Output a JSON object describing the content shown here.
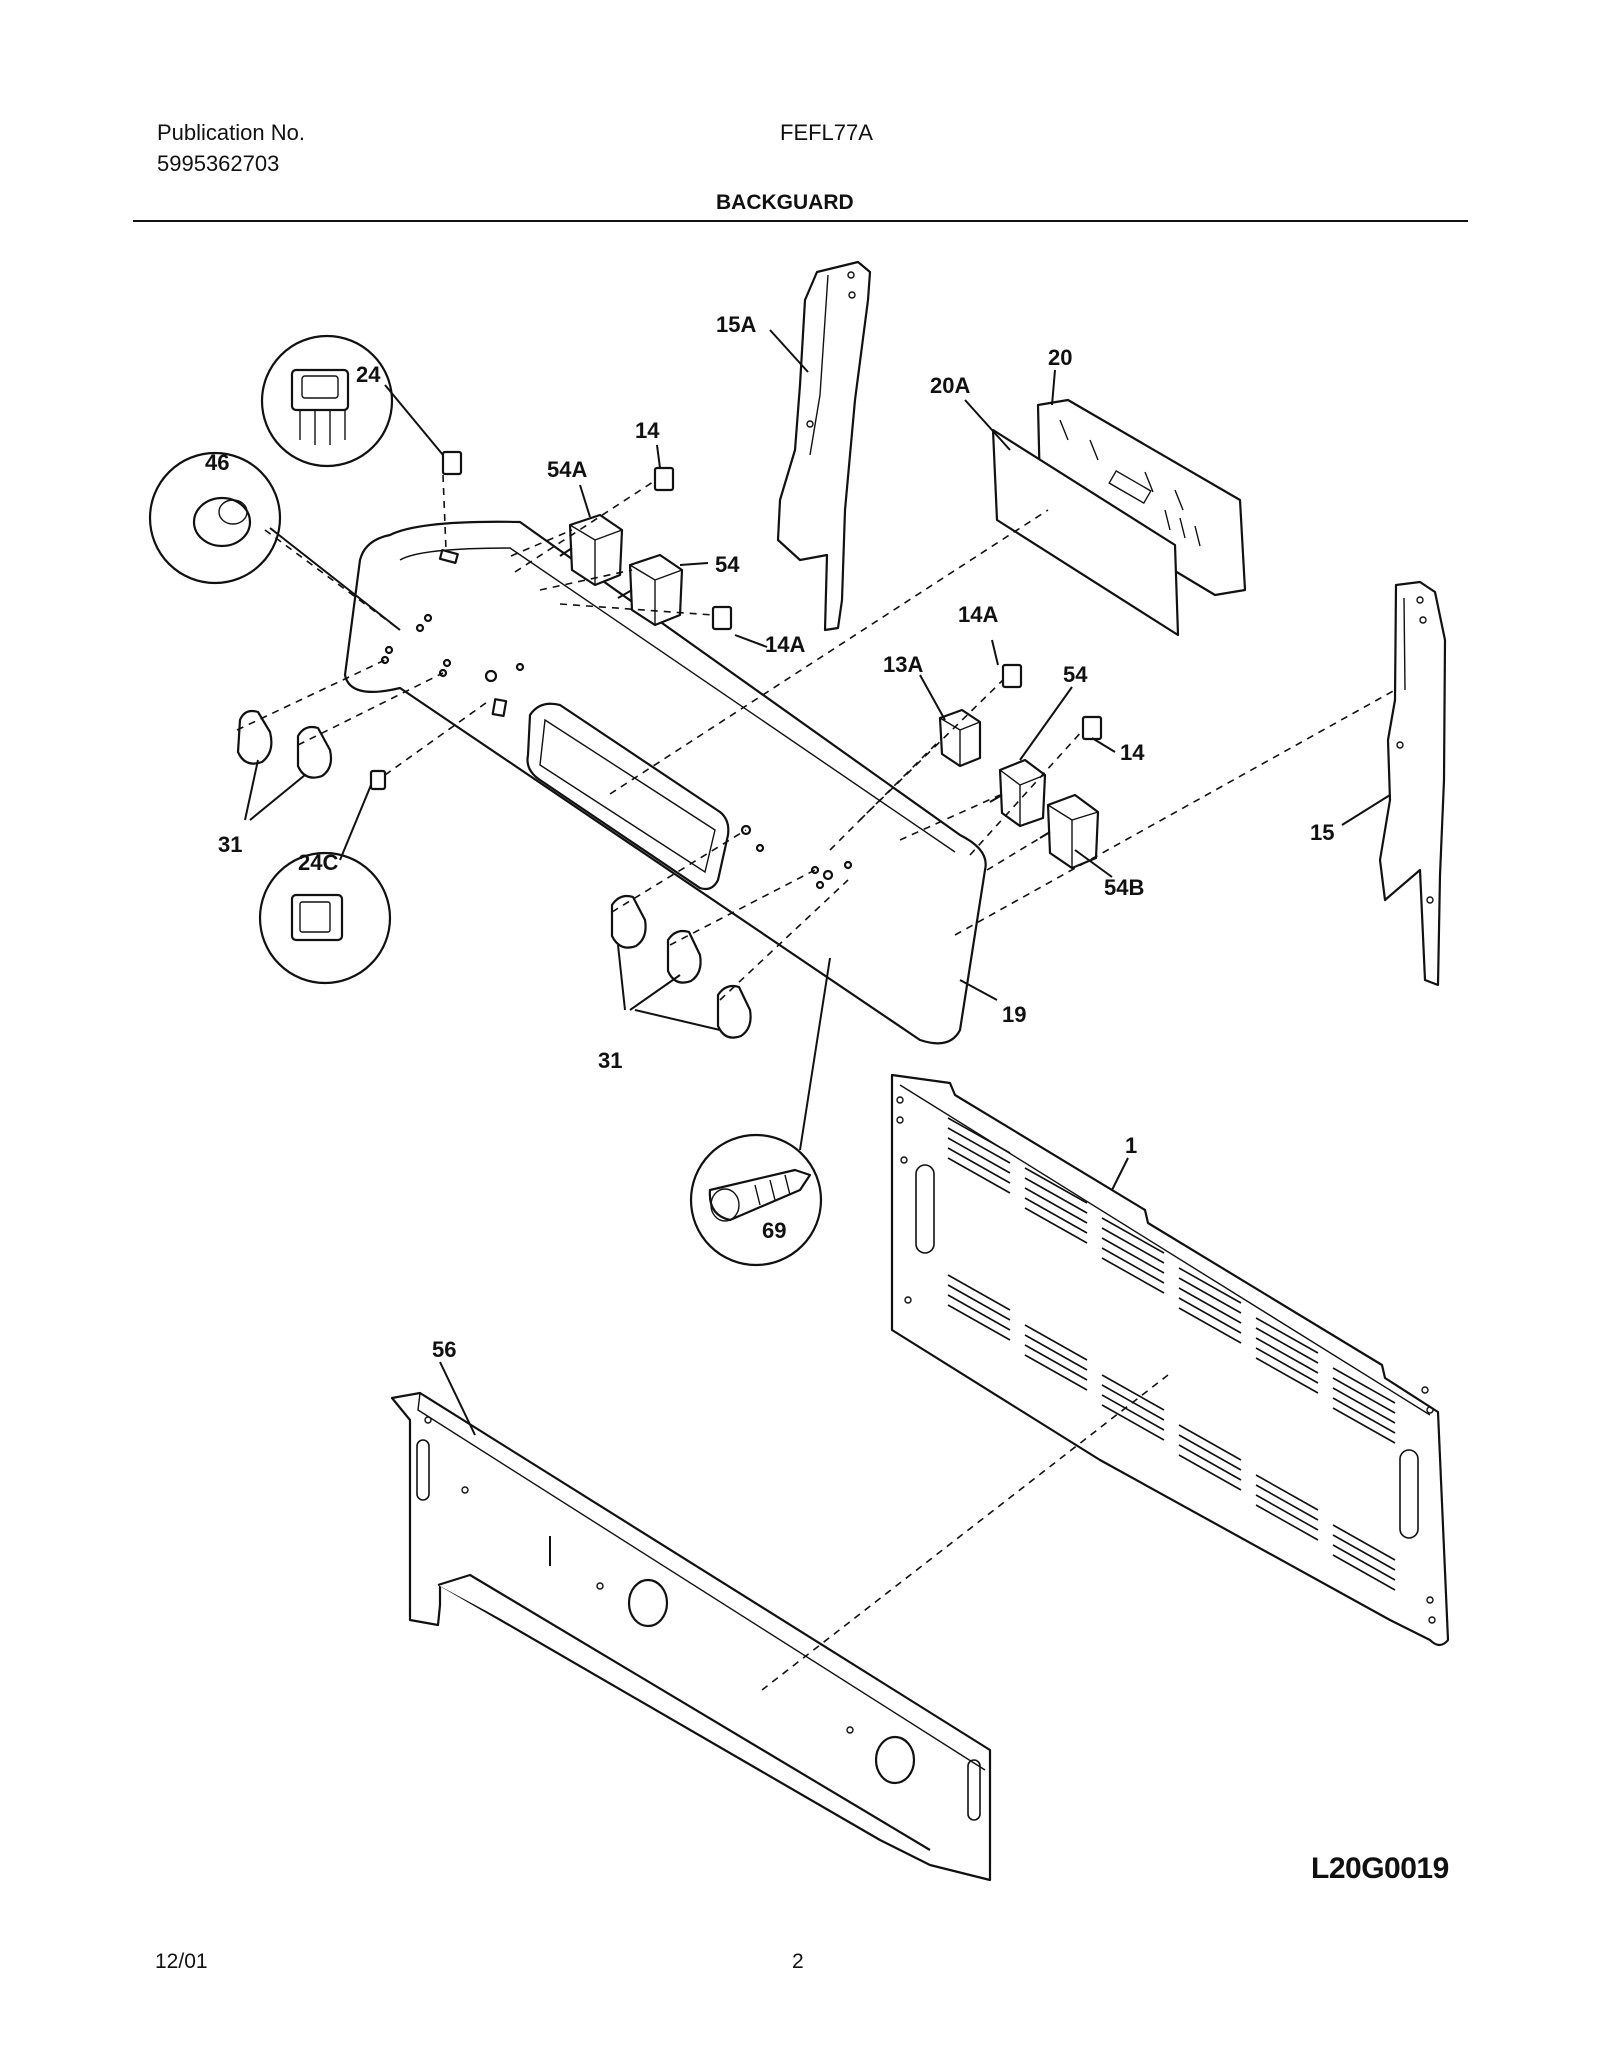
{
  "header": {
    "publication_label": "Publication No.",
    "publication_number": "5995362703",
    "model": "FEFL77A",
    "section_title": "BACKGUARD"
  },
  "callouts": {
    "c1": "1",
    "c13A": "13A",
    "c14_top": "14",
    "c14_right": "14",
    "c14A_mid": "14A",
    "c14A_right": "14A",
    "c15": "15",
    "c15A": "15A",
    "c19": "19",
    "c20": "20",
    "c20A": "20A",
    "c24": "24",
    "c24C": "24C",
    "c31_left": "31",
    "c31_bottom": "31",
    "c46": "46",
    "c54_mid": "54",
    "c54_right": "54",
    "c54A": "54A",
    "c54B": "54B",
    "c56": "56",
    "c69": "69"
  },
  "drawing_reference": "L20G0019",
  "footer": {
    "date": "12/01",
    "page": "2"
  }
}
